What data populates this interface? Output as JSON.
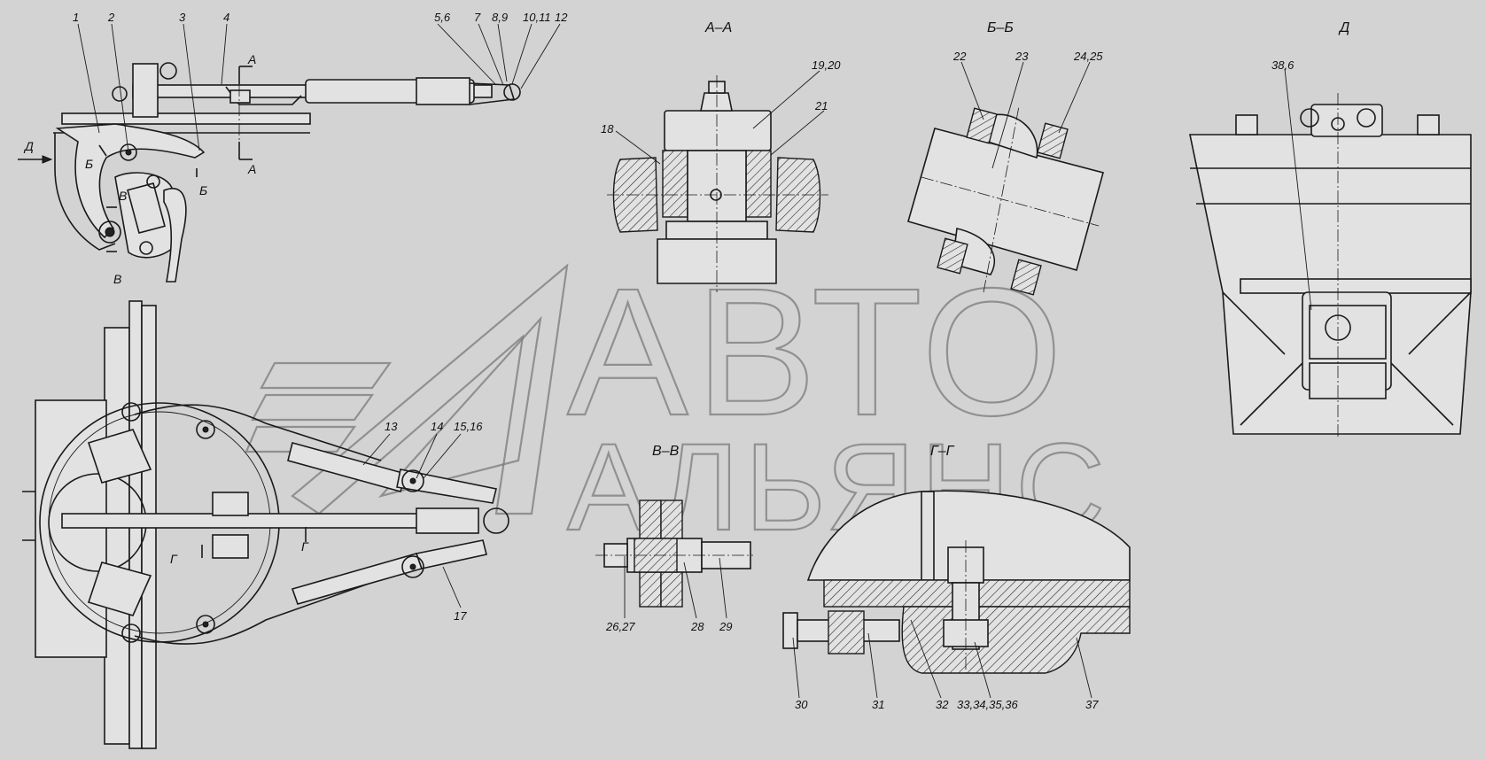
{
  "section_titles": {
    "a_a": "А–А",
    "b_b": "Б–Б",
    "d_view": "Д",
    "v_v": "В–В",
    "g_g": "Г–Г"
  },
  "cut_marks": {
    "a": "А",
    "b": "Б",
    "v": "В",
    "g": "Г",
    "d": "Д"
  },
  "callouts": {
    "c1": "1",
    "c2": "2",
    "c3": "3",
    "c4": "4",
    "c5_6": "5,6",
    "c7": "7",
    "c8_9": "8,9",
    "c10_11": "10,11",
    "c12": "12",
    "c13": "13",
    "c14": "14",
    "c15_16": "15,16",
    "c17": "17",
    "c18": "18",
    "c19_20": "19,20",
    "c21": "21",
    "c22": "22",
    "c23": "23",
    "c24_25": "24,25",
    "c26_27": "26,27",
    "c28": "28",
    "c29": "29",
    "c30": "30",
    "c31": "31",
    "c32": "32",
    "c33_36": "33,34,35,36",
    "c37": "37",
    "c38_6": "38,6"
  },
  "watermark": {
    "line1": "АВТО",
    "line2": "АЛЬЯНС"
  },
  "colors": {
    "background": "#d3d3d3",
    "ink": "#1a1a1a",
    "watermark": "#7a7a7a"
  }
}
